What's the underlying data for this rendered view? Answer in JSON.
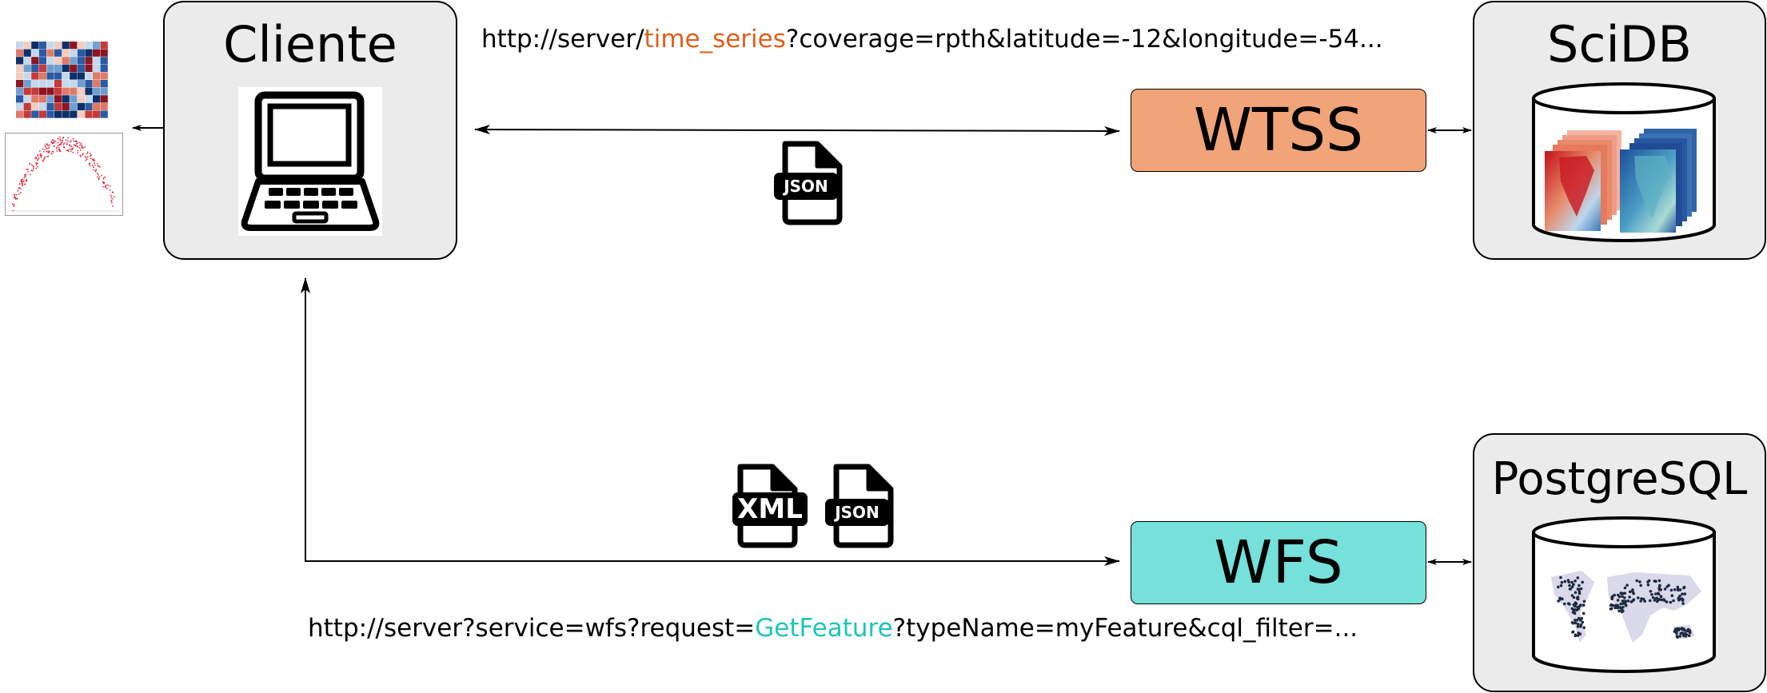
{
  "client": {
    "title": "Cliente"
  },
  "scidb": {
    "title": "SciDB"
  },
  "postgres": {
    "title": "PostgreSQL"
  },
  "wtss": {
    "label": "WTSS",
    "color": "#f0a477"
  },
  "wfs": {
    "label": "WFS",
    "color": "#76e0da"
  },
  "wtss_url": {
    "prefix": "http://server/",
    "highlight": "time_series",
    "suffix": "?coverage=rpth&latitude=-12&longitude=-54...",
    "highlight_color": "#e0601c"
  },
  "wfs_url": {
    "prefix": "http://server?service=wfs?request=",
    "highlight": "GetFeature",
    "suffix": "?typeName=myFeature&cql_filter=...",
    "highlight_color": "#1fc4b8"
  },
  "file_icons": {
    "json_top": "JSON",
    "xml": "XML",
    "json_bottom": "JSON"
  },
  "icons": [
    "laptop-icon",
    "heatmap-thumbnail",
    "scatter-thumbnail",
    "json-file-icon",
    "xml-file-icon",
    "database-cylinder-icon",
    "raster-maps-image",
    "world-points-map-image"
  ]
}
